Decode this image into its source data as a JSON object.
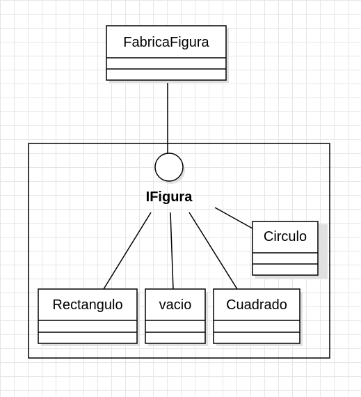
{
  "diagram": {
    "factory": {
      "name": "FabricaFigura"
    },
    "interface": {
      "name": "IFigura"
    },
    "classes": {
      "circulo": {
        "name": "Circulo"
      },
      "rectangulo": {
        "name": "Rectangulo"
      },
      "vacio": {
        "name": "vacio"
      },
      "cuadrado": {
        "name": "Cuadrado"
      }
    }
  },
  "colors": {
    "stroke": "#000000",
    "fill": "#ffffff",
    "shadow": "#e0e0e0",
    "grid": "#e6e6e6"
  }
}
